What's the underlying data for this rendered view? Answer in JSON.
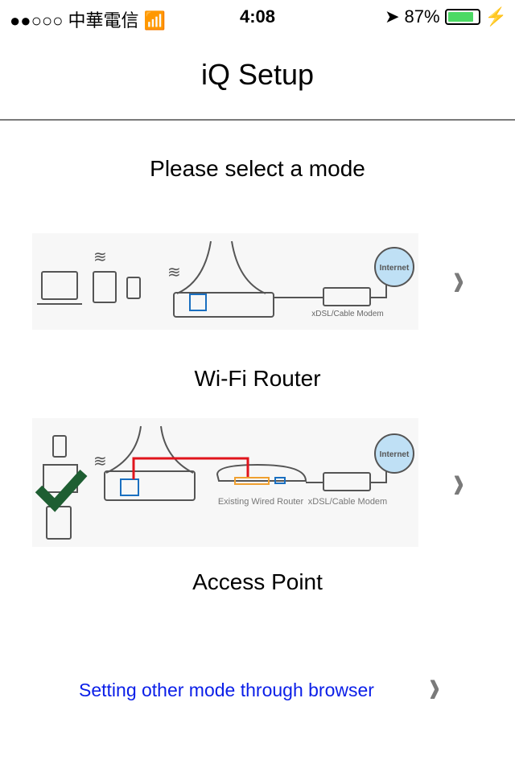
{
  "status_bar": {
    "carrier": "●●○○○ 中華電信",
    "time": "4:08",
    "battery": "87%",
    "battery_level": 0.87
  },
  "nav": {
    "title": "iQ Setup"
  },
  "prompt": "Please select a mode",
  "modes": [
    {
      "label": "Wi-Fi Router",
      "diagram": {
        "internet": "Internet",
        "modem": "xDSL/Cable Modem"
      }
    },
    {
      "label": "Access Point",
      "diagram": {
        "internet": "Internet",
        "modem": "xDSL/Cable Modem",
        "router": "Existing Wired Router"
      }
    }
  ],
  "browser_link": "Setting other mode through browser",
  "colors": {
    "link": "#0a1ee8",
    "chevron": "#7a7a7a",
    "lan_port": "#1a6fc0",
    "cable_red": "#e0141c",
    "check": "#1e5e32"
  }
}
